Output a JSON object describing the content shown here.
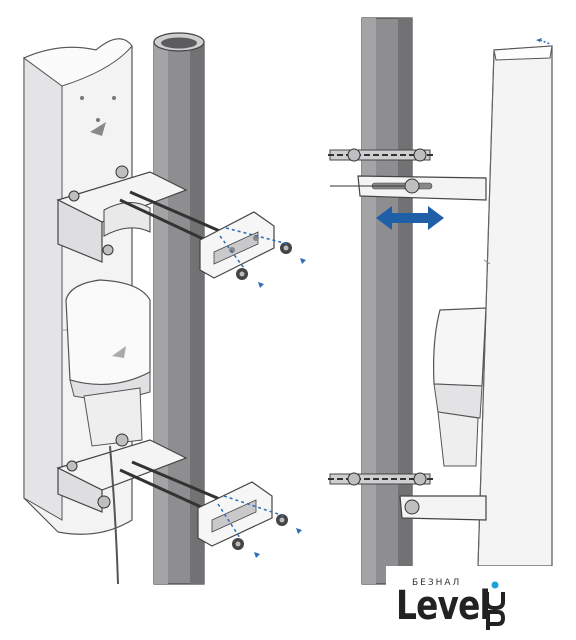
{
  "watermark": {
    "small_text": "БЕЗНАЛ",
    "big_text": "Level",
    "suffix_letters": "UP"
  },
  "colors": {
    "pole": "#8e8e90",
    "pole_dark": "#6f6f72",
    "antenna_panel": "#f2f2f3",
    "arrow_blue": "#1f5fa8",
    "bolt_dash": "#2c6db5",
    "logo_accent": "#1aa3d9"
  },
  "icons": [
    "double-arrow-icon",
    "bolt-arrow-icon"
  ]
}
